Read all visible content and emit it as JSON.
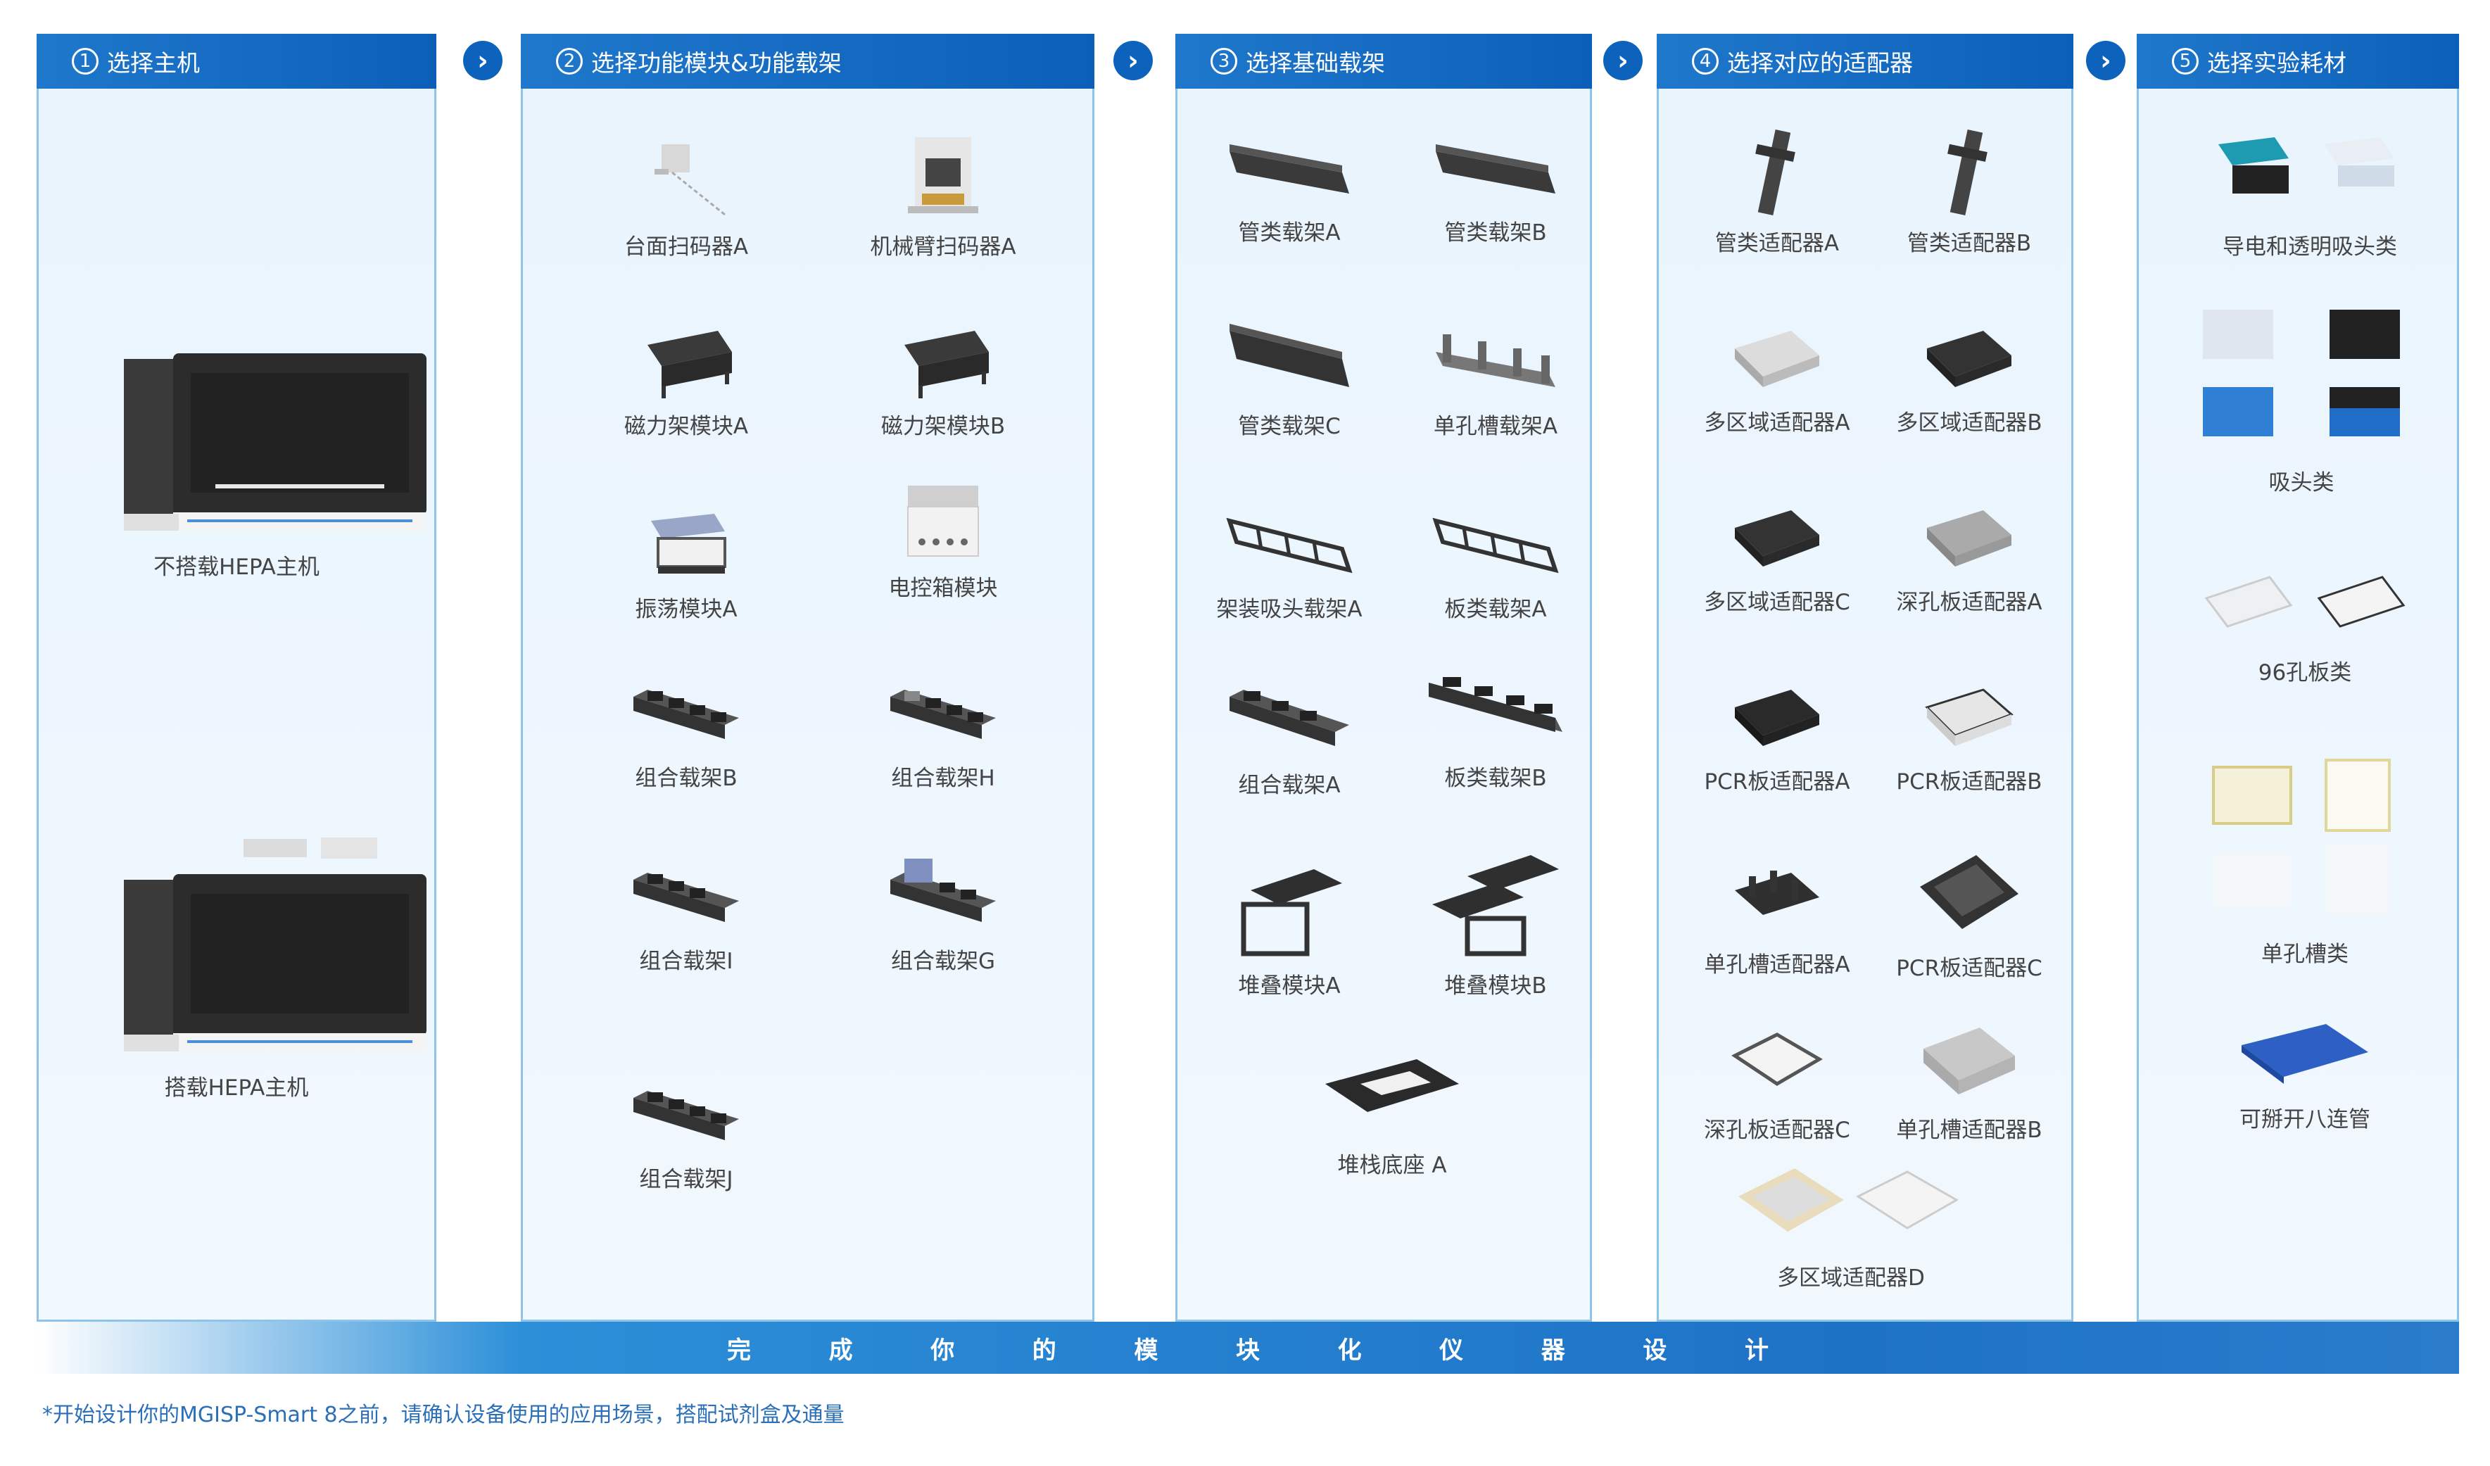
{
  "steps": [
    {
      "num": "1",
      "title": "选择主机"
    },
    {
      "num": "2",
      "title": "选择功能模块&功能载架"
    },
    {
      "num": "3",
      "title": "选择基础载架"
    },
    {
      "num": "4",
      "title": "选择对应的适配器"
    },
    {
      "num": "5",
      "title": "选择实验耗材"
    }
  ],
  "arrow_glyph": "›",
  "hosts": [
    "不搭载HEPA主机",
    "搭载HEPA主机"
  ],
  "modules": [
    "台面扫码器A",
    "机械臂扫码器A",
    "磁力架模块A",
    "磁力架模块B",
    "振荡模块A",
    "电控箱模块",
    "组合载架B",
    "组合载架H",
    "组合载架I",
    "组合载架G",
    "组合载架J"
  ],
  "carriers": [
    "管类载架A",
    "管类载架B",
    "管类载架C",
    "单孔槽载架A",
    "架装吸头载架A",
    "板类载架A",
    "组合载架A",
    "板类载架B",
    "堆叠模块A",
    "堆叠模块B",
    "堆栈底座 A"
  ],
  "adapters": [
    "管类适配器A",
    "管类适配器B",
    "多区域适配器A",
    "多区域适配器B",
    "多区域适配器C",
    "深孔板适配器A",
    "PCR板适配器A",
    "PCR板适配器B",
    "单孔槽适配器A",
    "PCR板适配器C",
    "深孔板适配器C",
    "单孔槽适配器B",
    "多区域适配器D"
  ],
  "consumables": [
    "导电和透明吸头类",
    "吸头类",
    "96孔板类",
    "单孔槽类",
    "可掰开八连管"
  ],
  "footer_chars": [
    "完",
    "成",
    "你",
    "的",
    "模",
    "块",
    "化",
    "仪",
    "器",
    "设",
    "计"
  ],
  "footnote": "*开始设计你的MGISP-Smart 8之前，请确认设备使用的应用场景，搭配试剂盒及通量",
  "colors": {
    "header_blue": "#0c5fb8",
    "panel_border": "#8ec4ec",
    "panel_bg": "#eef6fd",
    "footnote_blue": "#2a6fb8"
  }
}
